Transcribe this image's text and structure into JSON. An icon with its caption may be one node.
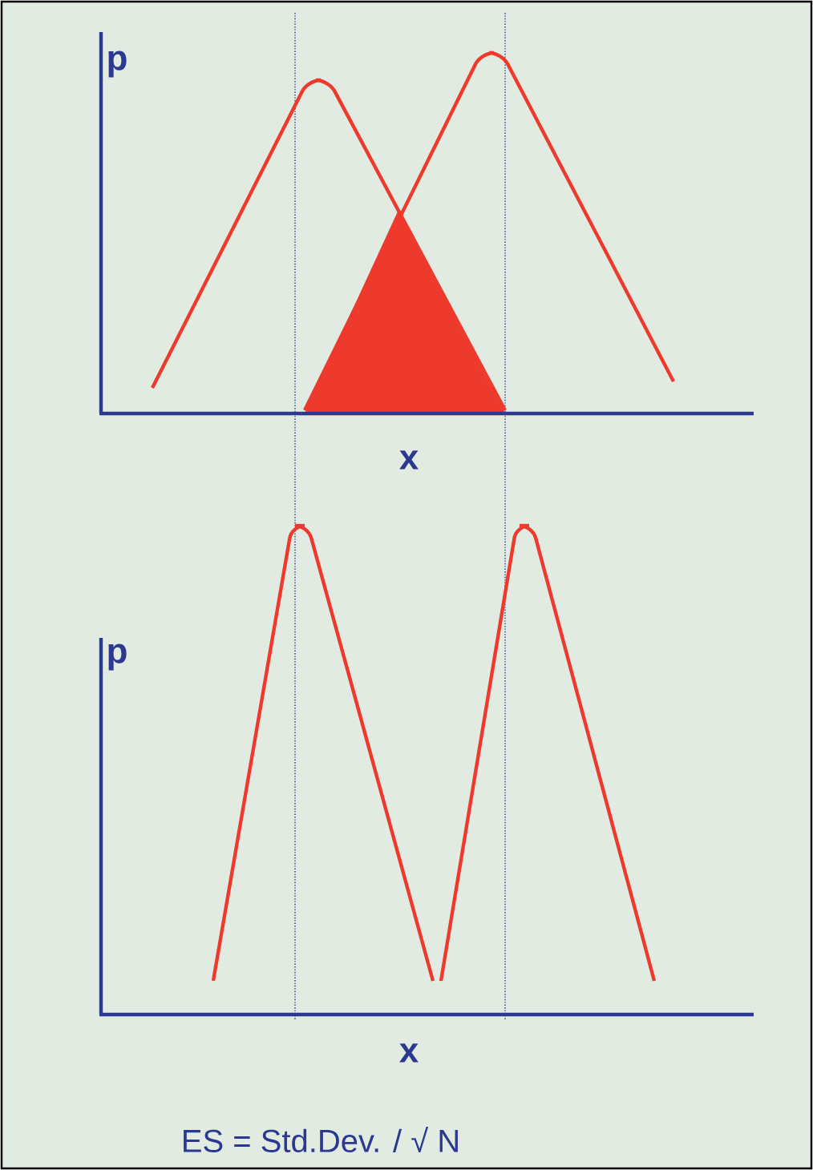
{
  "diagram": {
    "labels": [
      "p",
      "x",
      "p",
      "x",
      "ES = Std.Dev. / √ N"
    ]
  }
}
